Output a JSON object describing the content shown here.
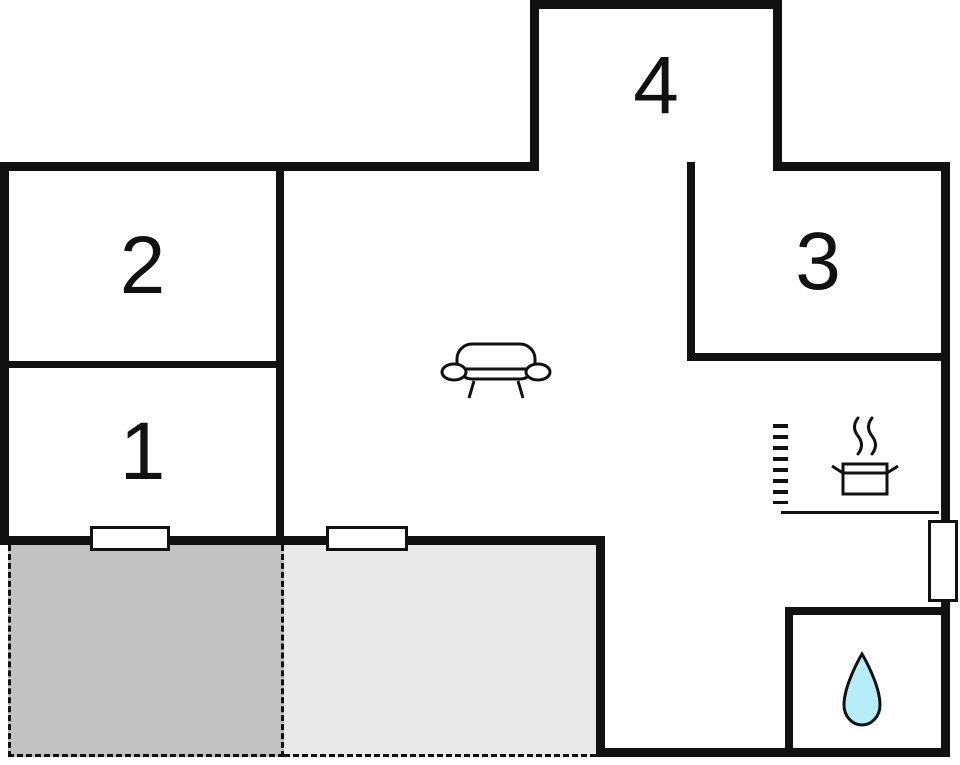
{
  "floorplan": {
    "rooms": [
      {
        "label": "1"
      },
      {
        "label": "2"
      },
      {
        "label": "3"
      },
      {
        "label": "4"
      }
    ],
    "icons": [
      "sofa-icon",
      "stove-pot-icon",
      "radiator-icon",
      "water-drop-icon",
      "window-icon"
    ],
    "colors": {
      "wall": "#111111",
      "background": "#ffffff",
      "terrace_dark": "#c2c2c2",
      "terrace_light": "#e9e9e9",
      "water_drop_fill": "#b5edf8"
    }
  }
}
